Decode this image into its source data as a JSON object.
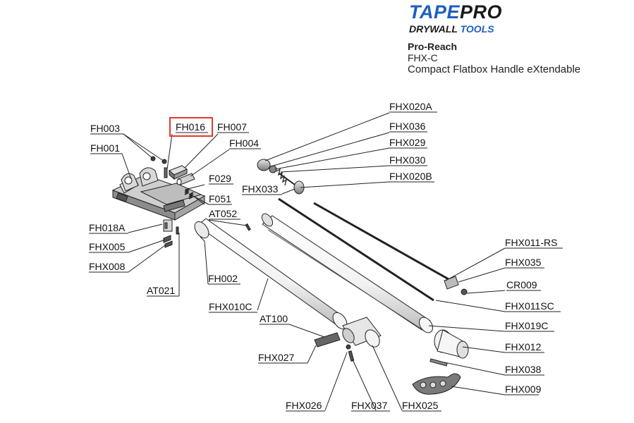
{
  "brand": {
    "logo_part1": "TAPE",
    "logo_part2": "PRO",
    "tagline_part1": "DRYWALL",
    "tagline_part2": "TOOLS",
    "accent_color": "#1f5fbf"
  },
  "product": {
    "name": "Pro-Reach",
    "code": "FHX-C",
    "description": "Compact Flatbox Handle eXtendable"
  },
  "highlight": {
    "part": "FH016",
    "color": "#e03a2a"
  },
  "parts": [
    "FH003",
    "FH016",
    "FH007",
    "FH001",
    "FH004",
    "F029",
    "F051",
    "AT052",
    "FH018A",
    "FHX005",
    "FHX008",
    "AT021",
    "FH002",
    "FHX010C",
    "AT100",
    "FHX027",
    "FHX026",
    "FHX037",
    "FHX025",
    "FHX020A",
    "FHX036",
    "FHX029",
    "FHX030",
    "FHX020B",
    "FHX033",
    "FHX011-RS",
    "FHX035",
    "CR009",
    "FHX011SC",
    "FHX019C",
    "FHX012",
    "FHX038",
    "FHX009"
  ]
}
